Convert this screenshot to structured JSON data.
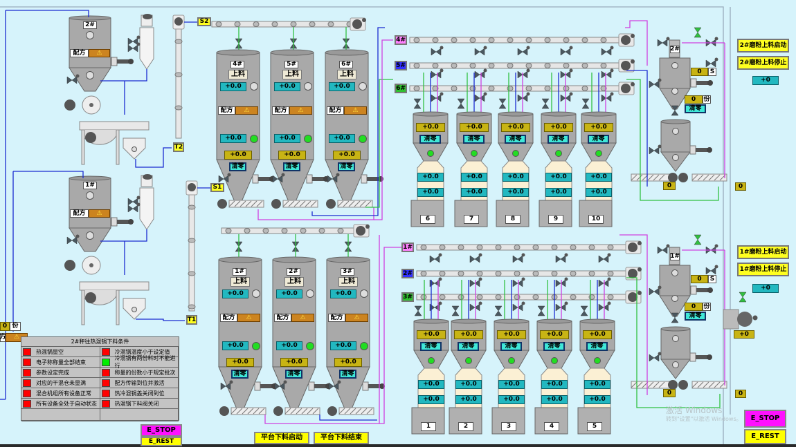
{
  "colors": {
    "background": "#d6f3fb",
    "value_teal": "#22b8c0",
    "value_olive": "#c8b414",
    "warning": "#cc8420",
    "button_yellow": "#ffff00",
    "button_magenta": "#ff10ff",
    "status_red": "#ff0000",
    "status_green": "#00ee00",
    "pipe_blue": "#1a2ad0",
    "pipe_magenta": "#d040e0",
    "pipe_green": "#30c040"
  },
  "mixers": [
    {
      "id": "2#",
      "recipe_label": "配方",
      "warning_icon": "warning-icon"
    },
    {
      "id": "1#",
      "recipe_label": "配方",
      "warning_icon": "warning-icon"
    }
  ],
  "elevators": [
    {
      "top": "S2",
      "bottom": "T2"
    },
    {
      "top": "S1",
      "bottom": "T1"
    }
  ],
  "silos_upper": [
    {
      "id": "4#",
      "load_label": "上料",
      "value_top": "+0.0",
      "recipe_label": "配方",
      "value_bottom": "+0.0",
      "weight": "+0.0",
      "clear_label": "清零",
      "status_top": "off",
      "status_bottom": "on"
    },
    {
      "id": "5#",
      "load_label": "上料",
      "value_top": "+0.0",
      "recipe_label": "配方",
      "value_bottom": "+0.0",
      "weight": "+0.0",
      "clear_label": "清零",
      "status_top": "off",
      "status_bottom": "on"
    },
    {
      "id": "6#",
      "load_label": "上料",
      "value_top": "+0.0",
      "recipe_label": "配方",
      "value_bottom": "+0.0",
      "weight": "+0.0",
      "clear_label": "清零",
      "status_top": "off",
      "status_bottom": "on"
    }
  ],
  "silos_lower": [
    {
      "id": "1#",
      "load_label": "上料",
      "value_top": "+0.0",
      "recipe_label": "配方",
      "value_bottom": "+0.0",
      "weight": "+0.0",
      "clear_label": "清零",
      "status_top": "off",
      "status_bottom": "on"
    },
    {
      "id": "2#",
      "load_label": "上料",
      "value_top": "+0.0",
      "recipe_label": "配方",
      "value_bottom": "+0.0",
      "weight": "+0.0",
      "clear_label": "清零",
      "status_top": "off",
      "status_bottom": "on"
    },
    {
      "id": "3#",
      "load_label": "上料",
      "value_top": "+0.0",
      "recipe_label": "配方",
      "value_bottom": "+0.0",
      "weight": "+0.0",
      "clear_label": "清零",
      "status_top": "off",
      "status_bottom": "on"
    }
  ],
  "conveyors_upper": [
    "4#",
    "5#",
    "6#"
  ],
  "conveyors_lower": [
    "1#",
    "2#",
    "3#"
  ],
  "bins_upper": [
    {
      "number": "6",
      "weight": "+0.0",
      "clear_label": "清零",
      "value_1": "+0.0",
      "value_2": "+0.0"
    },
    {
      "number": "7",
      "weight": "+0.0",
      "clear_label": "清零",
      "value_1": "+0.0",
      "value_2": "+0.0"
    },
    {
      "number": "8",
      "weight": "+0.0",
      "clear_label": "清零",
      "value_1": "+0.0",
      "value_2": "+0.0"
    },
    {
      "number": "9",
      "weight": "+0.0",
      "clear_label": "清零",
      "value_1": "+0.0",
      "value_2": "+0.0"
    },
    {
      "number": "10",
      "weight": "+0.0",
      "clear_label": "清零",
      "value_1": "+0.0",
      "value_2": "+0.0"
    }
  ],
  "bins_lower": [
    {
      "number": "1",
      "weight": "+0.0",
      "clear_label": "清零",
      "value_1": "+0.0",
      "value_2": "+0.0"
    },
    {
      "number": "2",
      "weight": "+0.0",
      "clear_label": "清零",
      "value_1": "+0.0",
      "value_2": "+0.0"
    },
    {
      "number": "3",
      "weight": "+0.0",
      "clear_label": "清零",
      "value_1": "+0.0",
      "value_2": "+0.0"
    },
    {
      "number": "4",
      "weight": "+0.0",
      "clear_label": "清零",
      "value_1": "+0.0",
      "value_2": "+0.0"
    },
    {
      "number": "5",
      "weight": "+0.0",
      "clear_label": "清零",
      "value_1": "+0.0",
      "value_2": "+0.0"
    }
  ],
  "grinders": [
    {
      "id": "2#",
      "time_value": "0",
      "time_unit": "S",
      "portion_value": "0",
      "portion_unit": "份",
      "clear_label": "清零",
      "screw_left": "0",
      "screw_right": "0",
      "start_label": "2#磨粉上料启动",
      "stop_label": "2#磨粉上料停止",
      "reading": "+0"
    },
    {
      "id": "1#",
      "time_value": "0",
      "time_unit": "S",
      "portion_value": "0",
      "portion_unit": "份",
      "clear_label": "清零",
      "screw_left": "0",
      "screw_right": "0",
      "start_label": "1#磨粉上料启动",
      "stop_label": "1#磨粉上料停止",
      "reading": "+0"
    }
  ],
  "blower_reading": "+0",
  "left_partial": {
    "portion_value": "0",
    "portion_unit": "份",
    "recipe_fragment": "方"
  },
  "conditions": {
    "title": "2#秤往热混锅下料条件",
    "left": [
      {
        "label": "热混锅显空",
        "status": "red"
      },
      {
        "label": "电子称称量全部结束",
        "status": "red"
      },
      {
        "label": "参数设定完成",
        "status": "red"
      },
      {
        "label": "对应的干混仓未显满",
        "status": "red"
      },
      {
        "label": "混合机组所有设备正常",
        "status": "red"
      },
      {
        "label": "所有设备全处于自动状态",
        "status": "red"
      }
    ],
    "right": [
      {
        "label": "冷混锅温度小于设定值",
        "status": "red"
      },
      {
        "label": "冷混锅有两份料时不能进行",
        "status": "green"
      },
      {
        "label": "称量的份数小于规定批次",
        "status": "red"
      },
      {
        "label": "配方传输到位并激活",
        "status": "red"
      },
      {
        "label": "热冷混锅盖关闭到位",
        "status": "red"
      },
      {
        "label": "热混锅下料阀关闭",
        "status": "red"
      }
    ]
  },
  "buttons": {
    "platform_start": "平台下料启动",
    "platform_end": "平台下料结束",
    "estop_left": "E_STOP",
    "erest_left": "E_REST",
    "estop_right": "E_STOP",
    "erest_right": "E_REST"
  },
  "watermark": {
    "line1": "激活 Windows",
    "line2": "转到\"设置\"以激活 Windows。"
  }
}
